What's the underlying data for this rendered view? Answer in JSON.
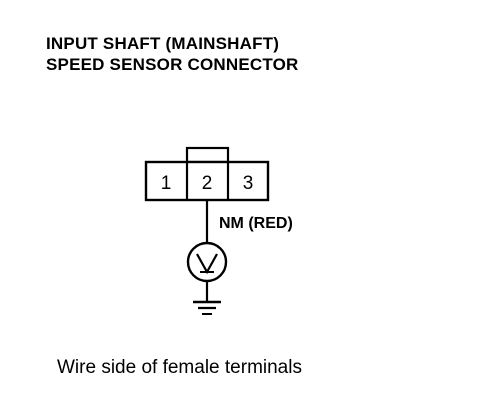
{
  "title": {
    "line1": "INPUT SHAFT (MAINSHAFT)",
    "line2": "SPEED SENSOR CONNECTOR"
  },
  "connector": {
    "terminals": [
      "1",
      "2",
      "3"
    ]
  },
  "wire": {
    "label": "NM (RED)"
  },
  "meter": {
    "icon": "voltmeter-icon"
  },
  "ground": {
    "icon": "ground-icon"
  },
  "caption": "Wire side of female terminals"
}
